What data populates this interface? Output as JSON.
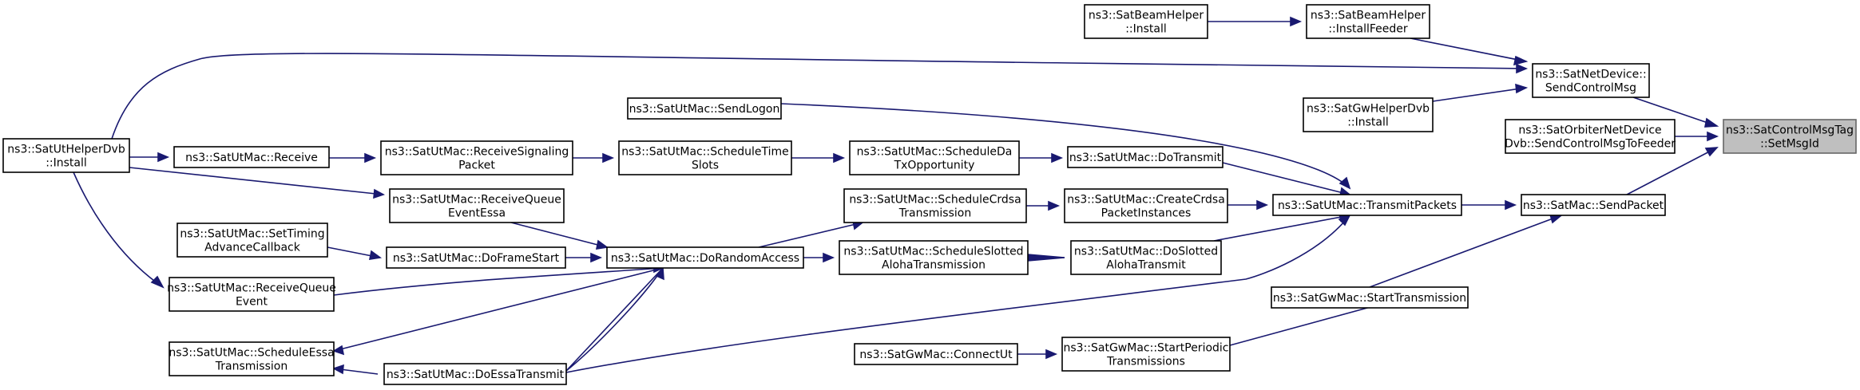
{
  "diagram": {
    "title": "",
    "nodes": {
      "setmsgid": [
        "ns3::SatControlMsgTag",
        "::SetMsgId"
      ],
      "sendcontrolmsg": [
        "ns3::SatNetDevice::",
        "SendControlMsg"
      ],
      "orbiter": [
        "ns3::SatOrbiterNetDevice",
        "Dvb::SendControlMsgToFeeder"
      ],
      "sendpacket": [
        "ns3::SatMac::SendPacket"
      ],
      "beaminstallfeeder": [
        "ns3::SatBeamHelper",
        "::InstallFeeder"
      ],
      "gwhelperinstall": [
        "ns3::SatGwHelperDvb",
        "::Install"
      ],
      "beaminstall": [
        "ns3::SatBeamHelper",
        "::Install"
      ],
      "transmitpackets": [
        "ns3::SatUtMac::TransmitPackets"
      ],
      "gwstarttx": [
        "ns3::SatGwMac::StartTransmission"
      ],
      "uthelperinstall": [
        "ns3::SatUtHelperDvb",
        "::Install"
      ],
      "sendlogon": [
        "ns3::SatUtMac::SendLogon"
      ],
      "dotransmit": [
        "ns3::SatUtMac::DoTransmit"
      ],
      "createcrdsa": [
        "ns3::SatUtMac::CreateCrdsa",
        "PacketInstances"
      ],
      "doslotted": [
        "ns3::SatUtMac::DoSlotted",
        "AlohaTransmit"
      ],
      "doessa": [
        "ns3::SatUtMac::DoEssaTransmit"
      ],
      "scheduleda": [
        "ns3::SatUtMac::ScheduleDa",
        "TxOpportunity"
      ],
      "schedulecrdsa": [
        "ns3::SatUtMac::ScheduleCrdsa",
        "Transmission"
      ],
      "scheduleslotted": [
        "ns3::SatUtMac::ScheduleSlotted",
        "AlohaTransmission"
      ],
      "scheduletime": [
        "ns3::SatUtMac::ScheduleTime",
        "Slots"
      ],
      "dorandomaccess": [
        "ns3::SatUtMac::DoRandomAccess"
      ],
      "receivesignaling": [
        "ns3::SatUtMac::ReceiveSignaling",
        "Packet"
      ],
      "receive": [
        "ns3::SatUtMac::Receive"
      ],
      "receivequeueessa": [
        "ns3::SatUtMac::ReceiveQueue",
        "EventEssa"
      ],
      "doframestart": [
        "ns3::SatUtMac::DoFrameStart"
      ],
      "settiming": [
        "ns3::SatUtMac::SetTiming",
        "AdvanceCallback"
      ],
      "receivequeue": [
        "ns3::SatUtMac::ReceiveQueue",
        "Event"
      ],
      "scheduleessa": [
        "ns3::SatUtMac::ScheduleEssa",
        "Transmission"
      ],
      "gwstartperiodic": [
        "ns3::SatGwMac::StartPeriodic",
        "Transmissions"
      ],
      "connectut": [
        "ns3::SatGwMac::ConnectUt"
      ]
    }
  }
}
